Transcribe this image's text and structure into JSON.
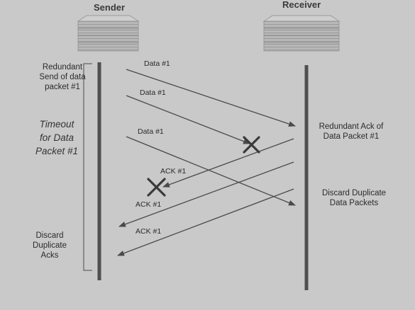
{
  "diagram": {
    "sender_label": "Sender",
    "receiver_label": "Receiver",
    "sender_notes": {
      "redundant_send": [
        "Redundant",
        "Send of data",
        "packet #1"
      ],
      "timeout": [
        "Timeout",
        "for Data",
        "Packet #1"
      ],
      "discard_acks": [
        "Discard",
        "Duplicate",
        "Acks"
      ]
    },
    "receiver_notes": {
      "redundant_ack": [
        "Redundant Ack of",
        "Data Packet #1"
      ],
      "discard_packets": [
        "Discard Duplicate",
        "Data Packets"
      ]
    },
    "messages": [
      {
        "label": "Data #1",
        "direction": "to-receiver",
        "lost": false
      },
      {
        "label": "Data #1",
        "direction": "to-receiver",
        "lost": true
      },
      {
        "label": "Data #1",
        "direction": "to-receiver",
        "lost": false
      },
      {
        "label": "ACK #1",
        "direction": "to-sender",
        "lost": true
      },
      {
        "label": "ACK #1",
        "direction": "to-sender",
        "lost": false
      },
      {
        "label": "ACK #1",
        "direction": "to-sender",
        "lost": false
      }
    ],
    "colors": {
      "line": "#4a4a4a",
      "lifeline": "#4f4f4f",
      "lost_mark": "#3a3a3a",
      "server_body": "#b3b3b3",
      "server_stripe": "#8c8c8c"
    }
  }
}
